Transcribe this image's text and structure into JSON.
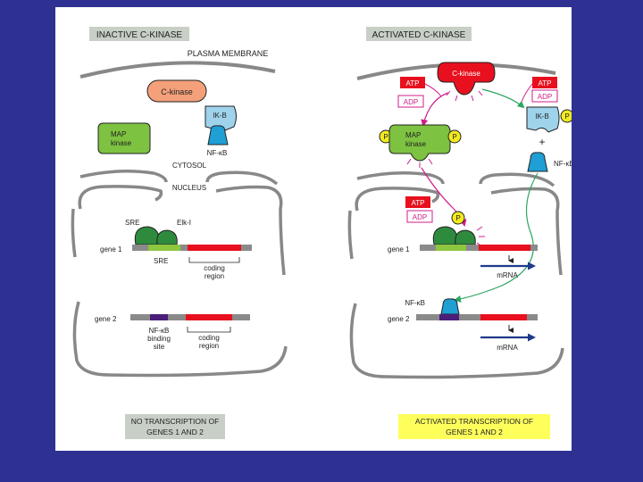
{
  "left": {
    "header": "INACTIVE C-KINASE",
    "plasma_membrane": "PLASMA MEMBRANE",
    "c_kinase": "C-kinase",
    "map_kinase_1": "MAP",
    "map_kinase_2": "kinase",
    "ikb": "IK-B",
    "nfkb": "NF-κB",
    "cytosol": "CYTOSOL",
    "nucleus": "NUCLEUS",
    "sre_top": "SRE",
    "elk": "Elk-I",
    "gene1": "gene 1",
    "sre_bottom": "SRE",
    "coding1_1": "coding",
    "coding1_2": "region",
    "gene2": "gene 2",
    "nfkb_site_1": "NF-κB",
    "nfkb_site_2": "binding",
    "nfkb_site_3": "site",
    "coding2_1": "coding",
    "coding2_2": "region",
    "footer_1": "NO TRANSCRIPTION OF",
    "footer_2": "GENES 1 AND 2"
  },
  "right": {
    "header": "ACTIVATED C-KINASE",
    "c_kinase": "C-kinase",
    "atp_1": "ATP",
    "adp_1": "ADP",
    "atp_2": "ATP",
    "adp_2": "ADP",
    "atp_3": "ATP",
    "adp_3": "ADP",
    "map_kinase_1": "MAP",
    "map_kinase_2": "kinase",
    "ikb": "IK-B",
    "plus": "+",
    "nfkb_free": "NF-κB",
    "p": "P",
    "gene1": "gene 1",
    "mrna1": "mRNA",
    "nfkb_bound": "NF-κB",
    "gene2": "gene 2",
    "mrna2": "mRNA",
    "footer_1": "ACTIVATED TRANSCRIPTION OF",
    "footer_2": "GENES 1 AND 2"
  },
  "colors": {
    "slide_bg": "#2e3192",
    "c_kinase_inactive": "#f4a07a",
    "c_kinase_active": "#e8101e",
    "kinase_green": "#7dc241",
    "elk_green": "#2e8b3e",
    "ikb_blue": "#9fd3ec",
    "nfkb_blue": "#1f9fd4",
    "coding_red": "#e8101e",
    "sre_green": "#8dc63f",
    "nfkb_site_purple": "#4b1e7a",
    "phosphate_yellow": "#f2ea1f",
    "arrow_magenta": "#d01c8b",
    "arrow_green": "#2aa562",
    "mrna_navy": "#1f3a8a",
    "footer_gray": "#c8cfc6",
    "footer_yellow": "#ffff5c"
  }
}
